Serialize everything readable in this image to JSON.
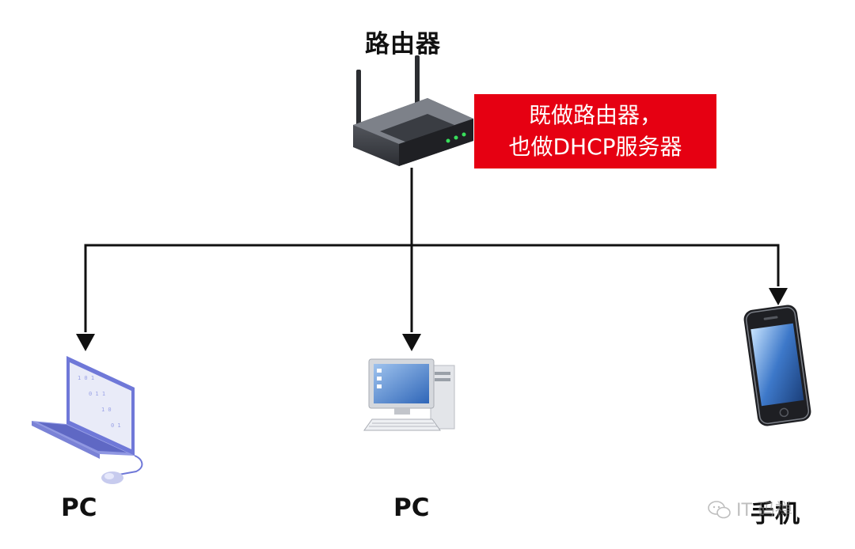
{
  "router": {
    "label": "路由器"
  },
  "callout": {
    "line1": "既做路由器，",
    "line2": "也做DHCP服务器",
    "color": "#e60012"
  },
  "devices": {
    "laptop": {
      "label": "PC"
    },
    "desktop": {
      "label": "PC"
    },
    "phone": {
      "label": "手机"
    }
  },
  "watermark": {
    "text": "IT 码禅",
    "icon": "wechat-icon"
  },
  "colors": {
    "connector": "#111111"
  }
}
